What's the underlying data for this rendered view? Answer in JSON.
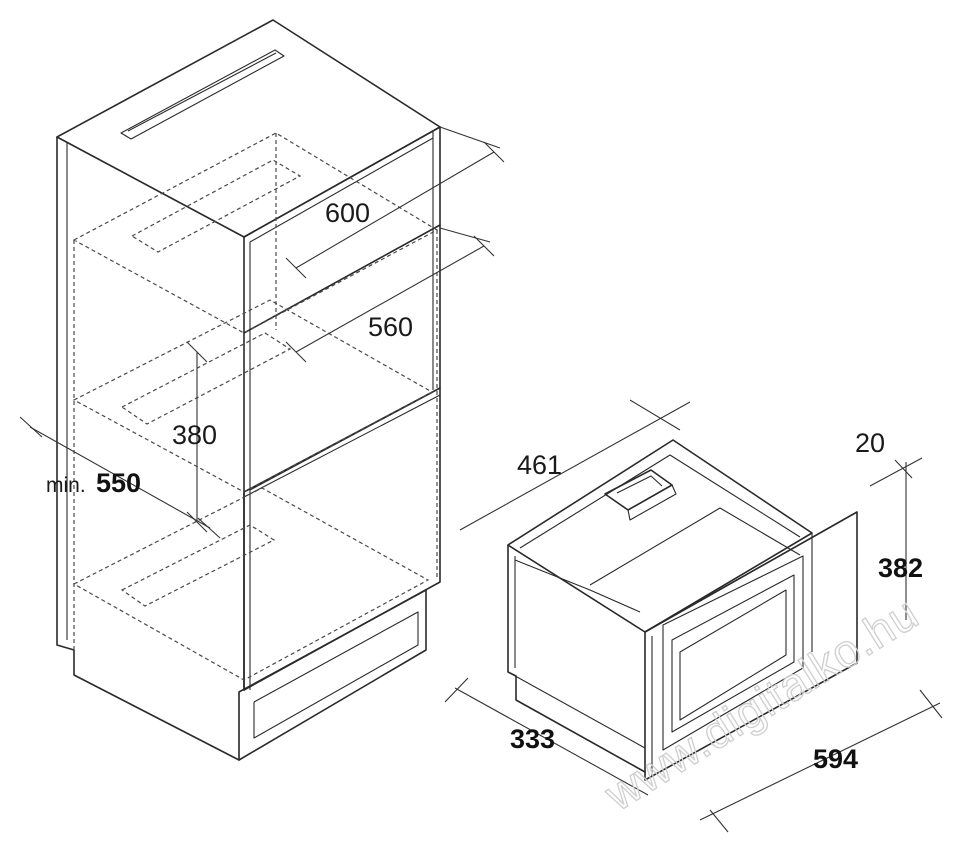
{
  "cabinet": {
    "dim_width": "600",
    "dim_inner_width": "560",
    "dim_niche_height": "380",
    "dim_min_depth_prefix": "min.",
    "dim_min_depth": "550"
  },
  "appliance": {
    "dim_depth": "461",
    "dim_front_thickness": "20",
    "dim_height": "382",
    "dim_body_depth": "333",
    "dim_width": "594"
  },
  "watermark": {
    "text": "www.digitalko.hu",
    "color": "#cfcfcf"
  }
}
